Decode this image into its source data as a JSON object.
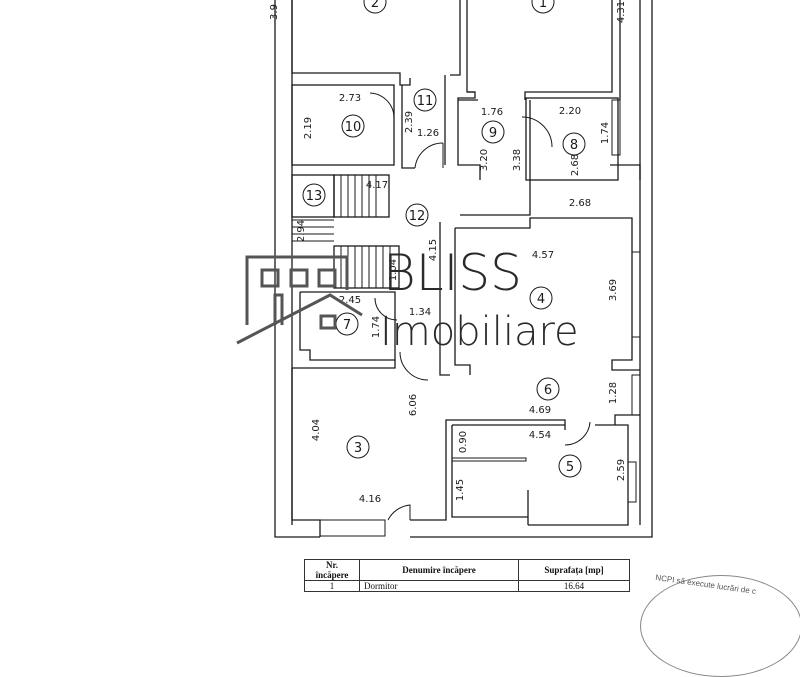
{
  "watermark": {
    "brand": "BLISS",
    "subtitle": "Imobiliare",
    "color": "#2a2a2a"
  },
  "rooms": [
    {
      "number": "1",
      "dims": [
        "4.31"
      ]
    },
    {
      "number": "2",
      "dims": [
        "3.9"
      ]
    },
    {
      "number": "3",
      "dims": [
        "4.04",
        "6.06",
        "4.16"
      ]
    },
    {
      "number": "4",
      "dims": [
        "4.57",
        "3.69"
      ]
    },
    {
      "number": "5",
      "dims": [
        "4.54",
        "2.59",
        "0.90",
        "1.45"
      ]
    },
    {
      "number": "6",
      "dims": [
        "4.69",
        "1.28"
      ]
    },
    {
      "number": "7",
      "dims": [
        "2.45",
        "1.74"
      ]
    },
    {
      "number": "8",
      "dims": [
        "2.20",
        "1.74",
        "2.68",
        "2.68"
      ]
    },
    {
      "number": "9",
      "dims": [
        "1.76",
        "3.20",
        "3.38"
      ]
    },
    {
      "number": "10",
      "dims": [
        "2.73",
        "2.19"
      ]
    },
    {
      "number": "11",
      "dims": [
        "2.39",
        "1.26"
      ]
    },
    {
      "number": "12",
      "dims": [
        "4.15",
        "1.34"
      ]
    },
    {
      "number": "13",
      "dims": [
        "4.17",
        "2.94",
        "1.04"
      ]
    }
  ],
  "legend": {
    "headers": [
      "Nr. încăpere",
      "Denumire încăpere",
      "Suprafața [mp]"
    ],
    "rows": [
      {
        "nr": "1",
        "name": "Dormitor",
        "area": "16.64"
      }
    ]
  },
  "stamp": {
    "text": "NCPI să execute lucrări de c"
  }
}
